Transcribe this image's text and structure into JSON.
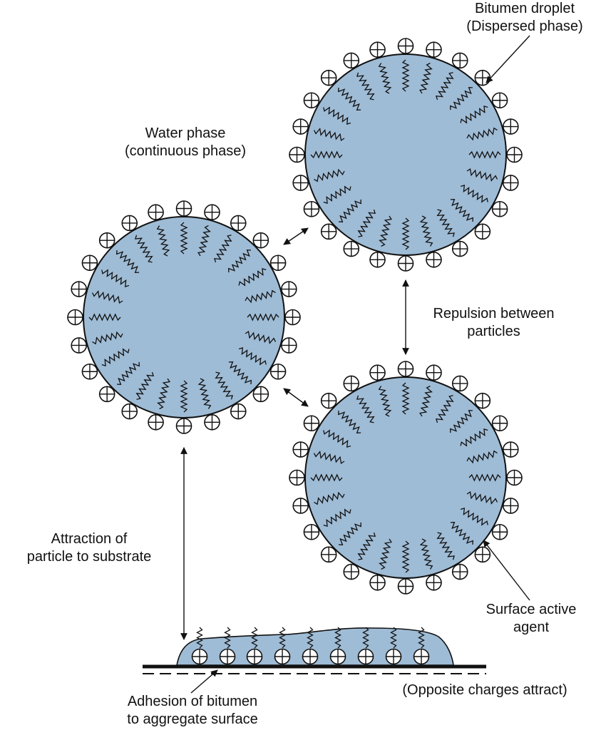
{
  "labels": {
    "bitumen_droplet": [
      "Bitumen droplet",
      "(Dispersed phase)"
    ],
    "water_phase": [
      "Water phase",
      "(continuous phase)"
    ],
    "repulsion": [
      "Repulsion between",
      "particles"
    ],
    "attraction": [
      "Attraction of",
      "particle to substrate"
    ],
    "surface_agent": [
      "Surface active",
      "agent"
    ],
    "adhesion": [
      "Adhesion of bitumen",
      "to aggregate surface"
    ],
    "opposite_charges": [
      "(Opposite charges attract)"
    ]
  },
  "colors": {
    "droplet_fill": "#9fbcd6",
    "outline": "#111111",
    "background": "#ffffff"
  },
  "icons": {
    "charge": "positive-charge-icon",
    "tail": "zigzag-hydrocarbon-tail-icon"
  }
}
